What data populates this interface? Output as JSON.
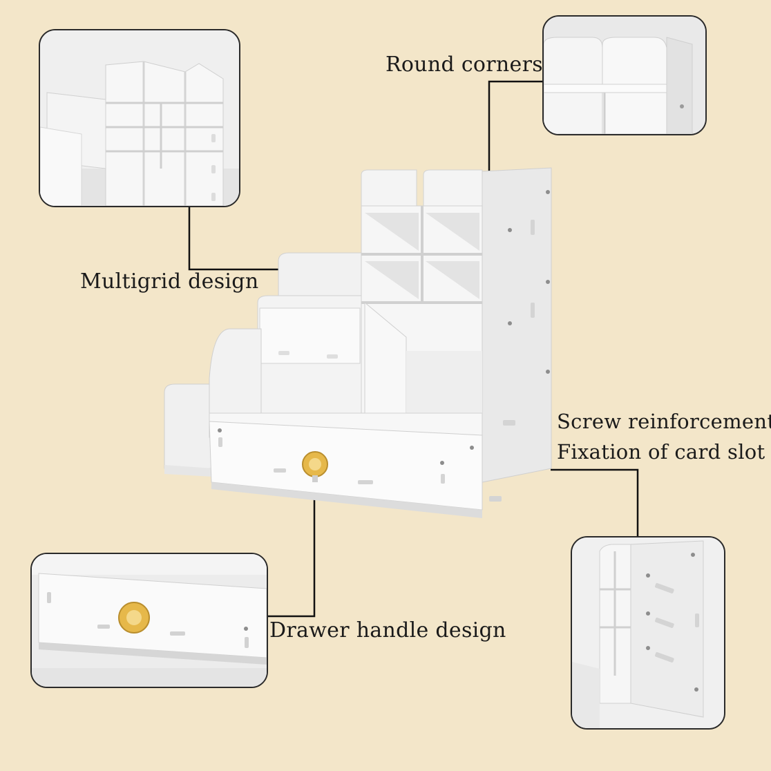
{
  "callouts": {
    "round_corners": "Round corners",
    "multigrid": "Multigrid design",
    "screw_line1": "Screw reinforcement",
    "screw_line2": "Fixation of card slot",
    "drawer_handle": "Drawer handle design"
  },
  "colors": {
    "background": "#f3e6c9",
    "panel": "#f2f2f2",
    "shadow": "#d9d9d9",
    "outline": "#2a2a2a",
    "knob": "#e6b84a"
  },
  "icons": {
    "product": "white-desk-organizer",
    "knob": "crystal-drawer-knob"
  }
}
